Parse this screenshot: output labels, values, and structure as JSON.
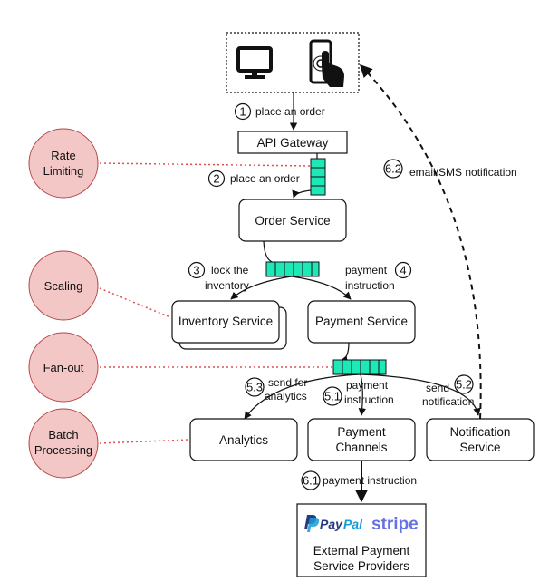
{
  "colors": {
    "queue": "#1de9b6",
    "concept_fill": "#f4c7c7",
    "concept_stroke": "#b44444",
    "dotted_line": "#e05050",
    "paypal_dark": "#253b80",
    "paypal_light": "#179bd7",
    "stripe": "#6772e5"
  },
  "client": {
    "desktop_icon": "monitor-icon",
    "mobile_icon": "touch-phone-icon"
  },
  "concepts": [
    {
      "line1": "Rate",
      "line2": "Limiting"
    },
    {
      "line1": "Scaling",
      "line2": ""
    },
    {
      "line1": "Fan-out",
      "line2": ""
    },
    {
      "line1": "Batch",
      "line2": "Processing"
    }
  ],
  "services": {
    "api_gateway": "API Gateway",
    "order_service": "Order Service",
    "inventory_service": "Inventory Service",
    "payment_service": "Payment Service",
    "analytics": "Analytics",
    "payment_channels": {
      "line1": "Payment",
      "line2": "Channels"
    },
    "notification_service": {
      "line1": "Notification",
      "line2": "Service"
    },
    "external": {
      "line1": "External Payment",
      "line2": "Service Providers"
    }
  },
  "steps": {
    "s1": {
      "num": "1",
      "text": "place an order"
    },
    "s2": {
      "num": "2",
      "text": "place an order"
    },
    "s3": {
      "num": "3",
      "line1": "lock the",
      "line2": "inventory"
    },
    "s4": {
      "num": "4",
      "line1": "payment",
      "line2": "instruction"
    },
    "s51": {
      "num": "5.1",
      "line1": "payment",
      "line2": "instruction"
    },
    "s52": {
      "num": "5.2",
      "line1": "send",
      "line2": "notification"
    },
    "s53": {
      "num": "5.3",
      "line1": "send for",
      "line2": "analytics"
    },
    "s61": {
      "num": "6.1",
      "text": "payment instruction"
    },
    "s62": {
      "num": "6.2",
      "text": "email/SMS notification"
    }
  },
  "providers": {
    "paypal_part1": "Pay",
    "paypal_part2": "Pal",
    "stripe": "stripe"
  }
}
